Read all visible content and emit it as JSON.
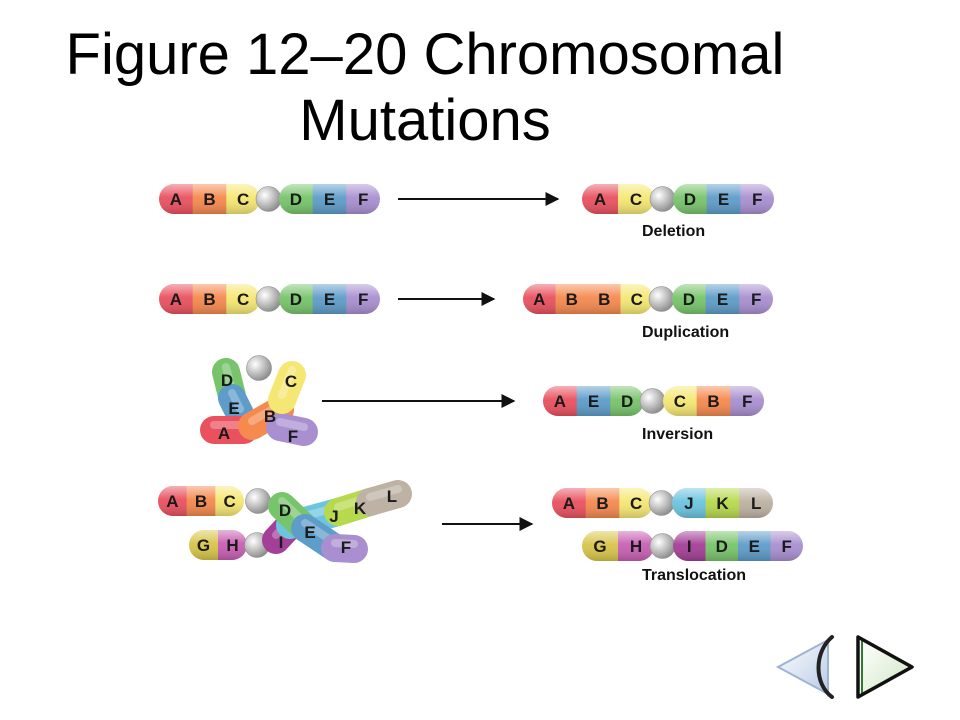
{
  "title": {
    "line1": "Figure 12–20 Chromosomal",
    "line2": "Mutations"
  },
  "colors": {
    "A": "#e9515f",
    "B": "#f5894e",
    "C": "#f5e773",
    "D": "#78c46b",
    "E": "#5e9cc9",
    "F": "#a98fd0",
    "G": "#d8c54a",
    "H": "#c85fb3",
    "I": "#a43f97",
    "J": "#6cc4df",
    "K": "#b7d94d",
    "L": "#bdb2a3",
    "centromere": "#b4b4b4"
  },
  "mutations": {
    "deletion": {
      "label": "Deletion",
      "before": [
        "A",
        "B",
        "C",
        "o",
        "D",
        "E",
        "F"
      ],
      "after": [
        "A",
        "C",
        "o",
        "D",
        "E",
        "F"
      ]
    },
    "duplication": {
      "label": "Duplication",
      "before": [
        "A",
        "B",
        "C",
        "o",
        "D",
        "E",
        "F"
      ],
      "after": [
        "A",
        "B",
        "B",
        "C",
        "o",
        "D",
        "E",
        "F"
      ]
    },
    "inversion": {
      "label": "Inversion",
      "before_loop": [
        "A",
        "B",
        "C",
        "D",
        "E",
        "F"
      ],
      "after": [
        "A",
        "E",
        "D",
        "o",
        "C",
        "B",
        "F"
      ]
    },
    "translocation": {
      "label": "Translocation",
      "before_top": [
        "A",
        "B",
        "C"
      ],
      "before_top_cross": [
        "D",
        "E",
        "F"
      ],
      "before_bottom": [
        "G",
        "H"
      ],
      "before_bottom_cross": [
        "I",
        "J",
        "K",
        "L"
      ],
      "after_top": [
        "A",
        "B",
        "C",
        "o",
        "J",
        "K",
        "L"
      ],
      "after_bottom": [
        "G",
        "H",
        "o",
        "I",
        "D",
        "E",
        "F"
      ]
    }
  },
  "navigation": {
    "prev": "previous-slide",
    "next": "next-slide"
  }
}
